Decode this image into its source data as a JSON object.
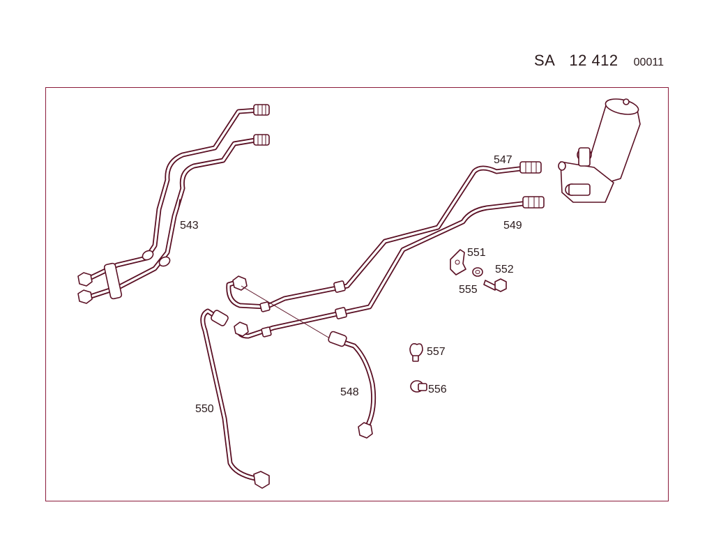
{
  "header": {
    "prefix": "SA",
    "number": "12 412",
    "code": "00011"
  },
  "callouts": {
    "p543": "543",
    "p547": "547",
    "p548": "548",
    "p549": "549",
    "p550": "550",
    "p551": "551",
    "p552": "552",
    "p555": "555",
    "p556": "556",
    "p557": "557"
  },
  "colors": {
    "line": "#5a1024",
    "frame": "#8a1a3a",
    "text": "#2a1a1c"
  }
}
